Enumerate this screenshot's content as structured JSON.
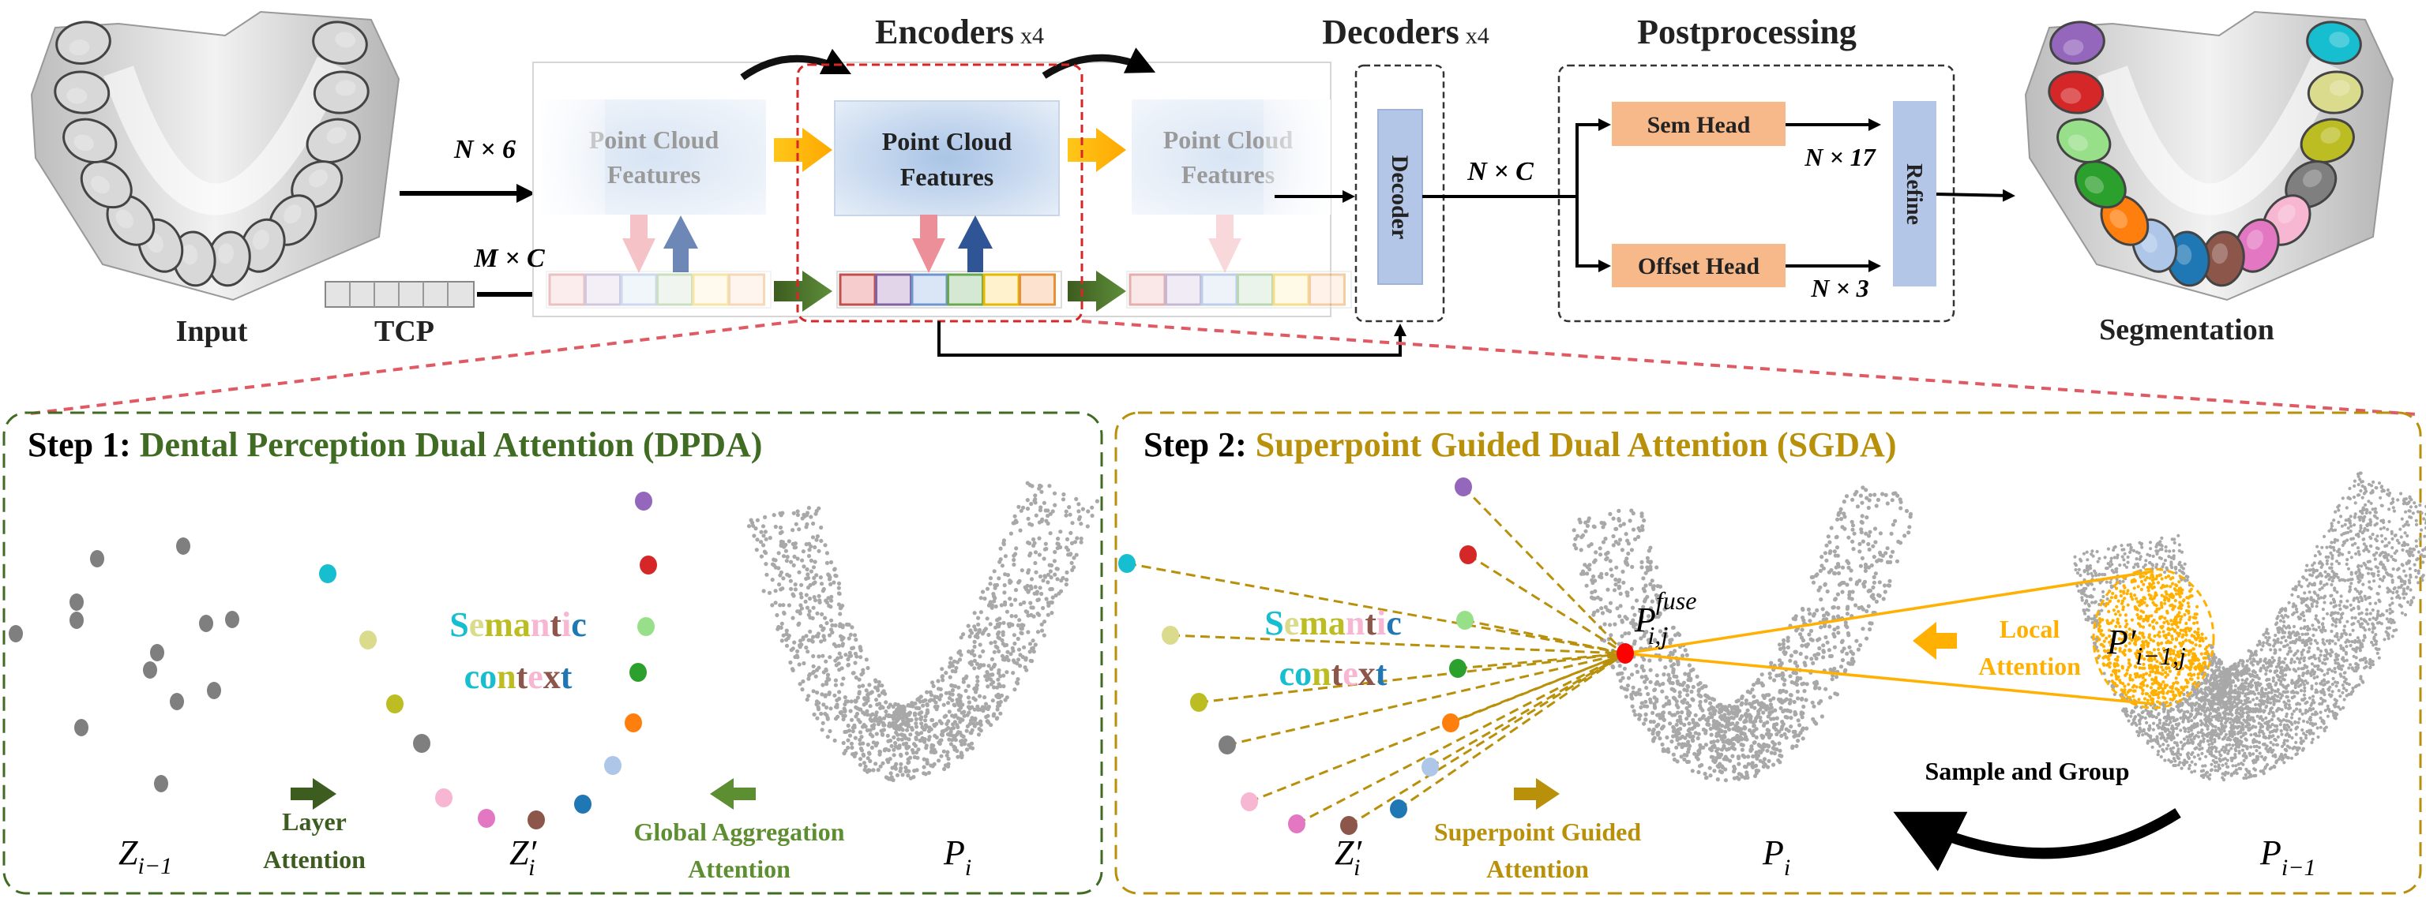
{
  "top": {
    "input_label": "Input",
    "tcp_label": "TCP",
    "segmentation_label": "Segmentation",
    "encoders_title": "Encoders",
    "encoders_mult": "x4",
    "decoders_title": "Decoders",
    "decoders_mult": "x4",
    "postprocessing_title": "Postprocessing",
    "pcf_line1": "Point Cloud",
    "pcf_line2": "Features",
    "decoder_label": "Decoder",
    "sem_head_label": "Sem Head",
    "offset_head_label": "Offset Head",
    "refine_label": "Refine",
    "dim_input": "N × 6",
    "dim_tcp": "M × C",
    "dim_decoder_out": "N × C",
    "dim_sem": "N × 17",
    "dim_offset": "N × 3"
  },
  "step1": {
    "prefix": "Step 1: ",
    "title": "Dental Perception Dual Attention (DPDA)",
    "semantic_word": "Semantic",
    "context_word": "context",
    "layer_attention_line1": "Layer",
    "layer_attention_line2": "Attention",
    "global_line1": "Global Aggregation",
    "global_line2": "Attention",
    "z_prev": {
      "base": "Z",
      "sub": "i−1"
    },
    "z_cur": {
      "base": "Z′",
      "sub": "i"
    },
    "p_cur": {
      "base": "P",
      "sub": "i"
    }
  },
  "step2": {
    "prefix": "Step 2: ",
    "title": "Superpoint Guided Dual Attention (SGDA)",
    "semantic_word": "Semantic",
    "context_word": "context",
    "sga_line1": "Superpoint Guided",
    "sga_line2": "Attention",
    "local_line1": "Local",
    "local_line2": "Attention",
    "sample_group": "Sample and Group",
    "z_cur": {
      "base": "Z′",
      "sub": "i"
    },
    "p_cur": {
      "base": "P",
      "sub": "i"
    },
    "p_prev": {
      "base": "P",
      "sub": "i−1"
    },
    "p_fuse": {
      "base": "P",
      "sup": "fuse",
      "sub": "i,j"
    },
    "p_local": {
      "base": "P′",
      "sub": "i−1,j"
    }
  },
  "colors": {
    "dpda_green": "#3f6b22",
    "sgda_gold": "#b8900a",
    "highlight_red": "#d62728",
    "head_orange": "#f7b98a",
    "block_blue": "#b4c6e7",
    "local_orange": "#ffb000",
    "superpoints": [
      "#17becf",
      "#dbdb8d",
      "#bcbd22",
      "#7f7f7f",
      "#f7b6d2",
      "#e377c2",
      "#8c564b",
      "#1f77b4",
      "#aec7e8",
      "#ff7f0e",
      "#2ca02c",
      "#98df8a",
      "#d62728",
      "#9467bd"
    ],
    "semantic_letters": [
      "#17becf",
      "#dbdb8d",
      "#bcbd22",
      "#bcbd22",
      "#f7b6d2",
      "#8c564b",
      "#f7b6d2",
      "#1f77b4"
    ],
    "context_letters": [
      "#17becf",
      "#17becf",
      "#bcbd22",
      "#8c564b",
      "#f7b6d2",
      "#8c564b",
      "#1f77b4"
    ],
    "feature_cells": [
      [
        "#f6cccc",
        "#c0504d"
      ],
      [
        "#e2d4e9",
        "#8064a2"
      ],
      [
        "#dae6f6",
        "#6f95cf"
      ],
      [
        "#d5e8d4",
        "#6aa84f"
      ],
      [
        "#fff2cc",
        "#e6b800"
      ],
      [
        "#fde3cf",
        "#e69138"
      ]
    ]
  }
}
